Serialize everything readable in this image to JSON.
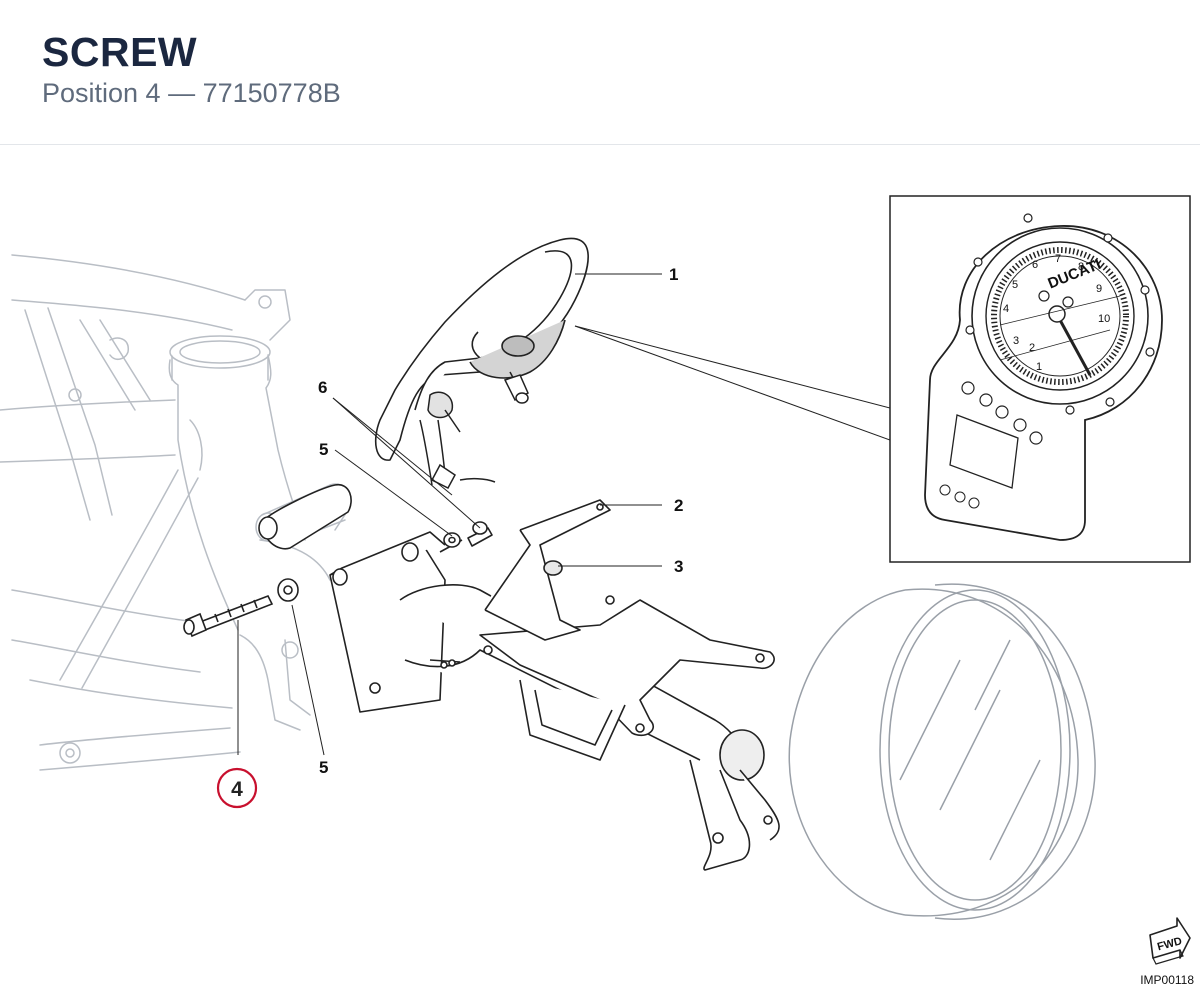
{
  "header": {
    "title": "SCREW",
    "subtitle": "Position 4 — 77150778B"
  },
  "diagram": {
    "callouts": [
      "1",
      "2",
      "3",
      "4",
      "5",
      "5",
      "6"
    ],
    "highlighted_callout": "4",
    "highlight_color": "#c8102e",
    "reference_code": "IMP00118",
    "fwd_label": "FWD",
    "gauge_brand": "DUCATI",
    "gauge_numbers": [
      "1",
      "2",
      "3",
      "4",
      "5",
      "6",
      "7",
      "8",
      "9",
      "10"
    ]
  }
}
